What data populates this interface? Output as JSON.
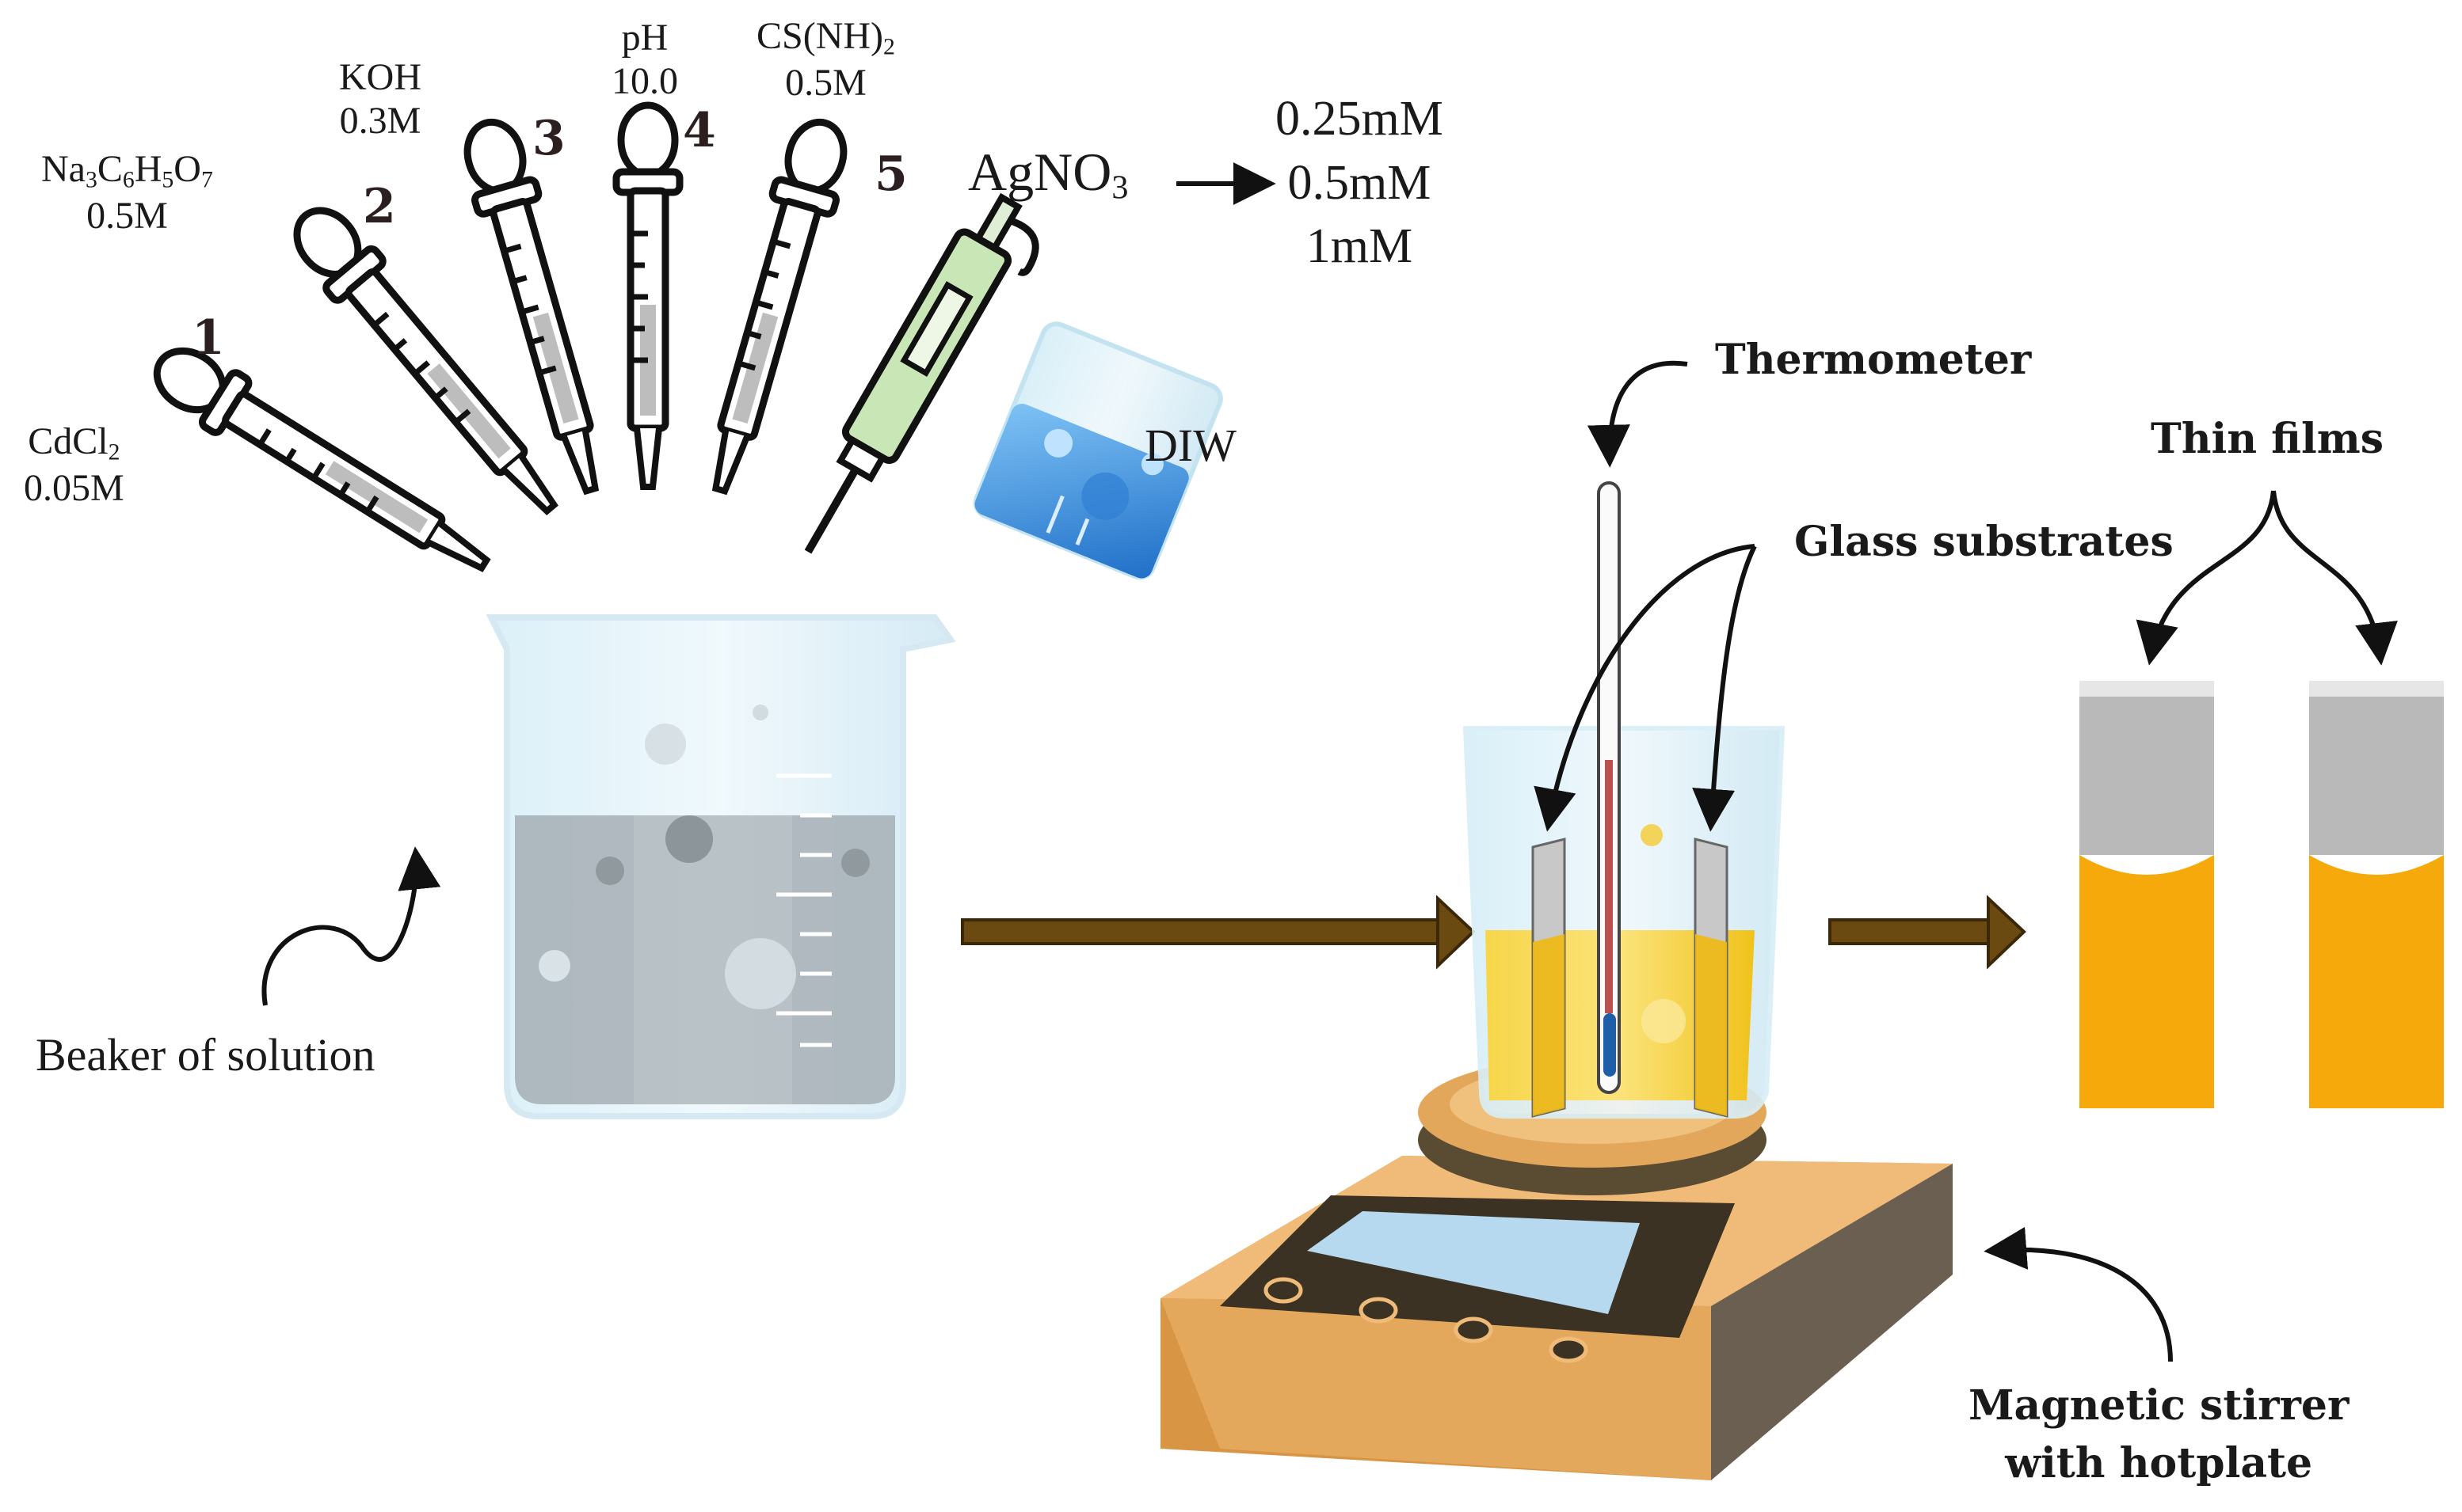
{
  "reagents": [
    {
      "number": "1",
      "name": "CdCl",
      "sub": "2",
      "conc": "0.05M"
    },
    {
      "number": "2",
      "name_html": "Na<sub>3</sub>C<sub>6</sub>H<sub>5</sub>O<sub>7</sub>",
      "conc": "0.5M"
    },
    {
      "number": "3",
      "name": "KOH",
      "conc": "0.3M"
    },
    {
      "number": "4",
      "name": "pH",
      "conc": "10.0"
    },
    {
      "number": "5",
      "name": "CS(NH)",
      "sub": "2",
      "conc": "0.5M"
    }
  ],
  "silver": {
    "name": "AgNO",
    "sub": "3",
    "concentrations": [
      "0.25mM",
      "0.5mM",
      "1mM"
    ]
  },
  "labels": {
    "diw": "DIW",
    "beaker": "Beaker of solution",
    "thermometer": "Thermometer",
    "glass_substrates": "Glass substrates",
    "thin_films": "Thin films",
    "stirrer_line1": "Magnetic stirrer",
    "stirrer_line2": "with hotplate"
  },
  "colors": {
    "arrow_brown": "#6b4a12",
    "solution_yellow": "#f2c21b",
    "film_orange": "#f5a90a",
    "film_gray": "#b9b9b9",
    "diw_blue": "#3d8fe0",
    "stirrer_tan": "#e3a75c"
  }
}
